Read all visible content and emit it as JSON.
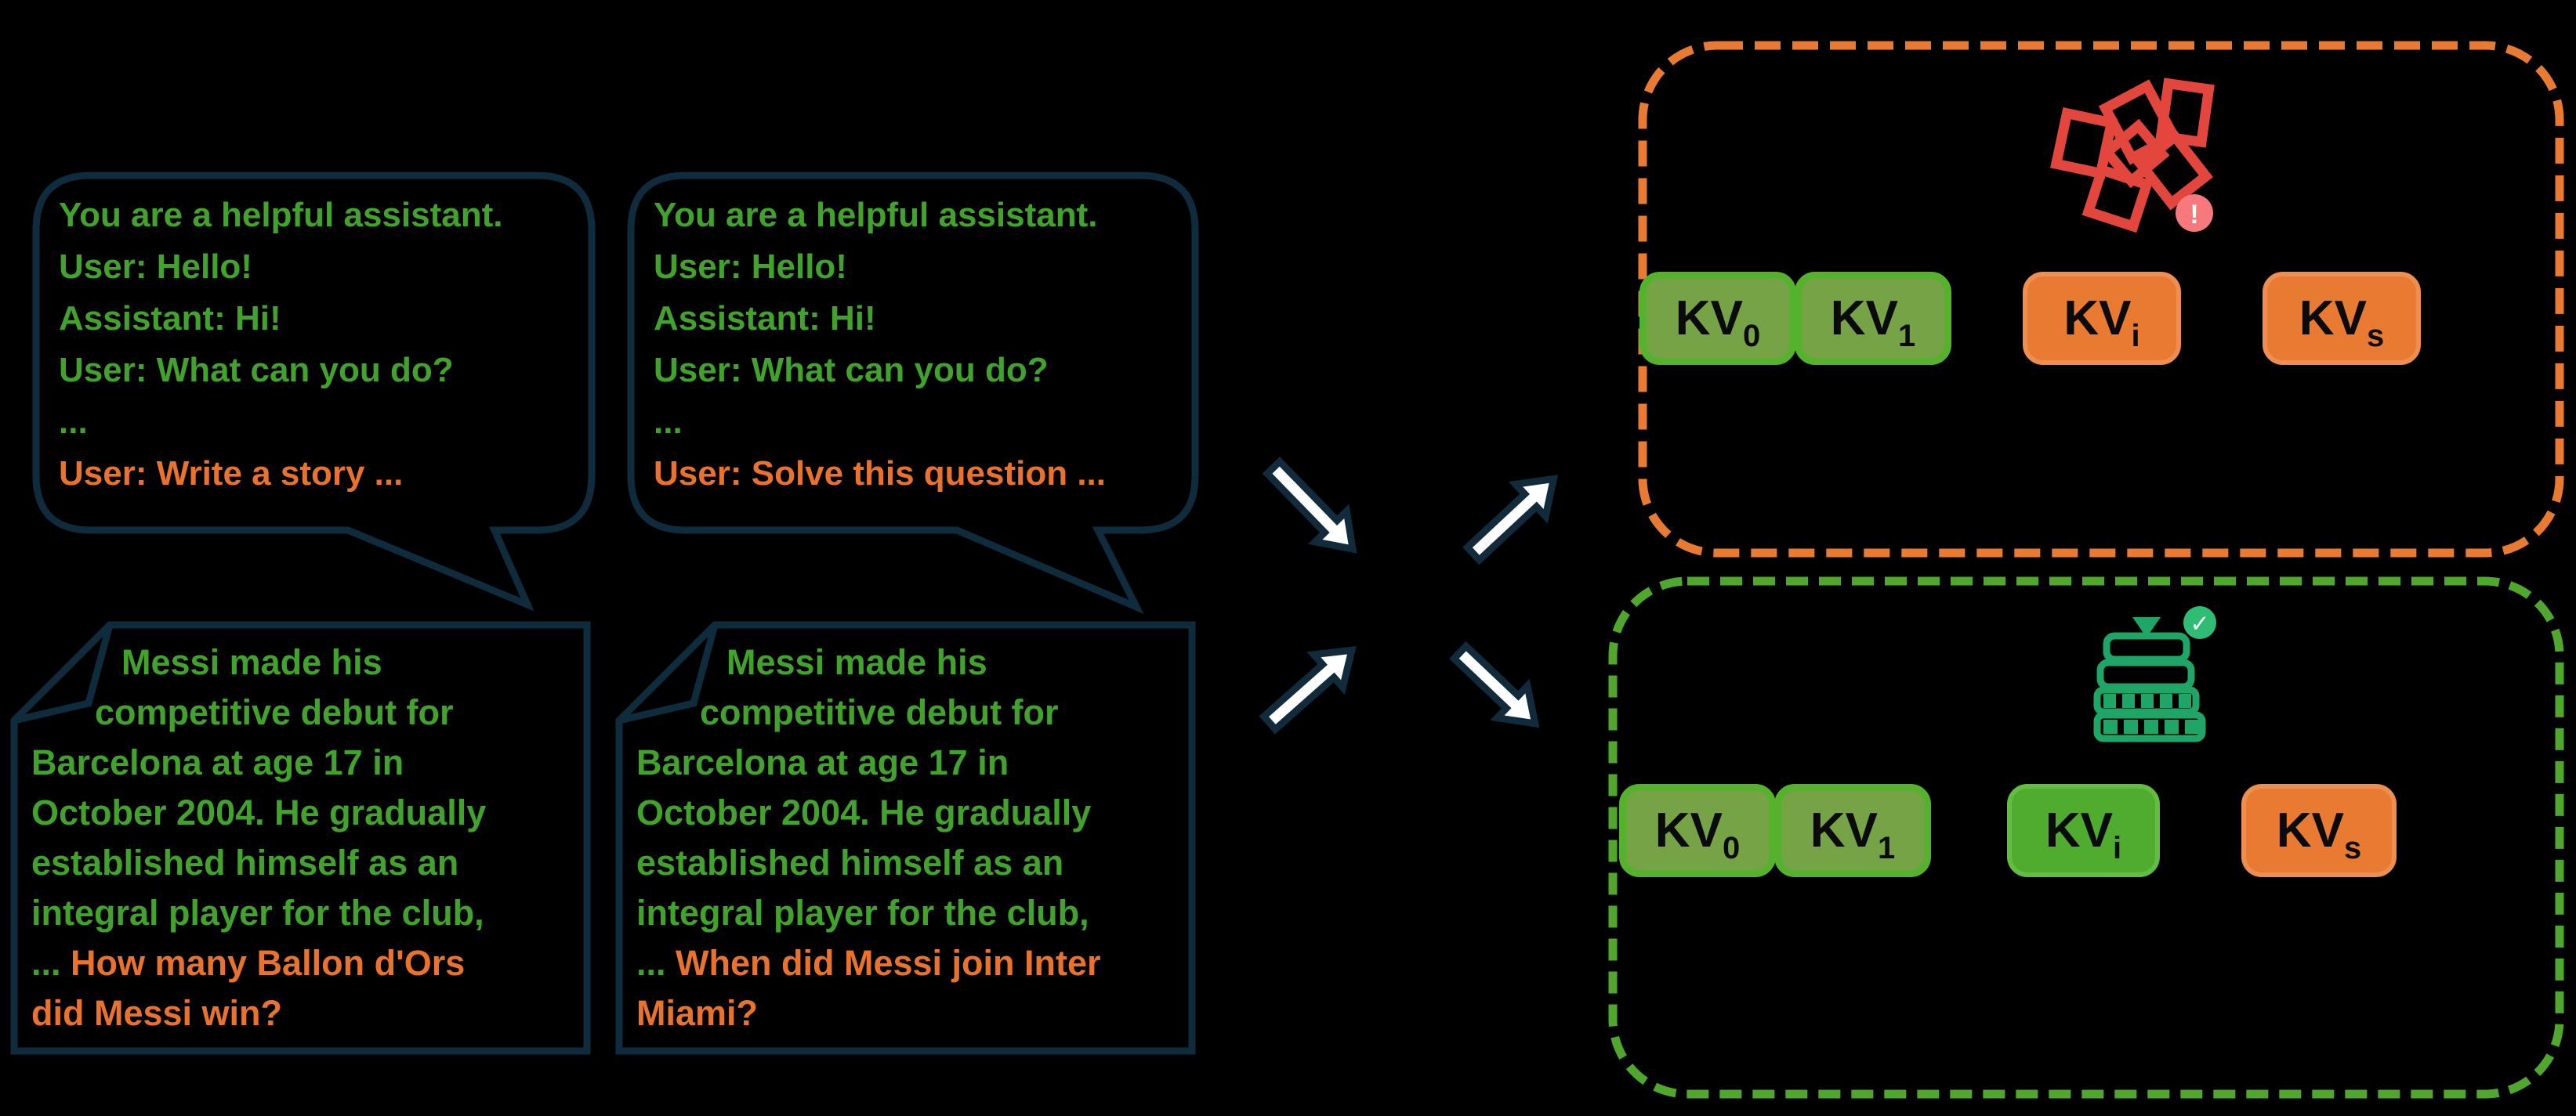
{
  "colors": {
    "background": "#000000",
    "bubble_border": "#0E2C3E",
    "text_green": "#41A32B",
    "text_orange": "#E9732D",
    "kv_olive_fill": "#76A346",
    "kv_olive_border": "#55B22D",
    "kv_bright_green": "#4FAC2F",
    "kv_orange": "#E97A31",
    "dashed_orange": "#E97A31",
    "dashed_green": "#4FA72D",
    "icon_red": "#E3463C",
    "icon_pink": "#F8797C",
    "icon_emerald": "#1FA666",
    "badge_check_green": "#2EBD72",
    "arrow_fill": "#FFFFFF",
    "arrow_outline": "#122B3C"
  },
  "bubbles": [
    {
      "lines": [
        {
          "text": "You are a helpful assistant.",
          "color": "green"
        },
        {
          "text": "User: Hello!",
          "color": "green"
        },
        {
          "text": "Assistant: Hi!",
          "color": "green"
        },
        {
          "text": "User: What can you do?",
          "color": "green"
        },
        {
          "text": "...",
          "color": "green"
        },
        {
          "text": "User: Write a story ...",
          "color": "orange"
        }
      ]
    },
    {
      "lines": [
        {
          "text": "You are a helpful assistant.",
          "color": "green"
        },
        {
          "text": "User: Hello!",
          "color": "green"
        },
        {
          "text": "Assistant: Hi!",
          "color": "green"
        },
        {
          "text": "User: What can you do?",
          "color": "green"
        },
        {
          "text": "...",
          "color": "green"
        },
        {
          "text": "User: Solve this question ...",
          "color": "orange"
        }
      ]
    }
  ],
  "documents": [
    {
      "indents": [
        115,
        81,
        0,
        0,
        0,
        0,
        0,
        0
      ],
      "lines": [
        {
          "text": "Messi made his",
          "color": "green"
        },
        {
          "text": "competitive debut for",
          "color": "green"
        },
        {
          "text": "Barcelona at age 17 in",
          "color": "green"
        },
        {
          "text": "October 2004. He gradually",
          "color": "green"
        },
        {
          "text": "established himself as an",
          "color": "green"
        },
        {
          "text": "integral player for the club,",
          "color": "green"
        },
        {
          "segments": [
            {
              "text": "... ",
              "color": "green"
            },
            {
              "text": "How many Ballon d'Ors",
              "color": "orange"
            }
          ]
        },
        {
          "text": "did Messi win?",
          "color": "orange"
        }
      ]
    },
    {
      "indents": [
        115,
        81,
        0,
        0,
        0,
        0,
        0,
        0
      ],
      "lines": [
        {
          "text": "Messi made his",
          "color": "green"
        },
        {
          "text": "competitive debut for",
          "color": "green"
        },
        {
          "text": "Barcelona at age 17 in",
          "color": "green"
        },
        {
          "text": "October 2004. He gradually",
          "color": "green"
        },
        {
          "text": "established himself as an",
          "color": "green"
        },
        {
          "text": "integral player for the club,",
          "color": "green"
        },
        {
          "segments": [
            {
              "text": "... ",
              "color": "green"
            },
            {
              "text": "When did Messi join Inter",
              "color": "orange"
            }
          ]
        },
        {
          "text": "Miami?",
          "color": "orange"
        }
      ]
    }
  ],
  "cache_rows": [
    {
      "name": "fragmented-cache",
      "blocks": [
        {
          "label": "KV",
          "sub": "0",
          "style": "olive"
        },
        {
          "label": "KV",
          "sub": "1",
          "style": "olive"
        },
        {
          "label": "KV",
          "sub": "i",
          "style": "orange"
        },
        {
          "label": "KV",
          "sub": "s",
          "style": "orange"
        }
      ]
    },
    {
      "name": "compressed-cache",
      "blocks": [
        {
          "label": "KV",
          "sub": "0",
          "style": "olive"
        },
        {
          "label": "KV",
          "sub": "1",
          "style": "olive"
        },
        {
          "label": "KV",
          "sub": "i",
          "style": "green"
        },
        {
          "label": "KV",
          "sub": "s",
          "style": "orange"
        }
      ]
    }
  ],
  "icons": {
    "scattered_pages": "scattered-pages-icon",
    "alert_badge_text": "!",
    "stacked_layers": "stacked-layers-icon",
    "check_badge_text": "✓"
  }
}
